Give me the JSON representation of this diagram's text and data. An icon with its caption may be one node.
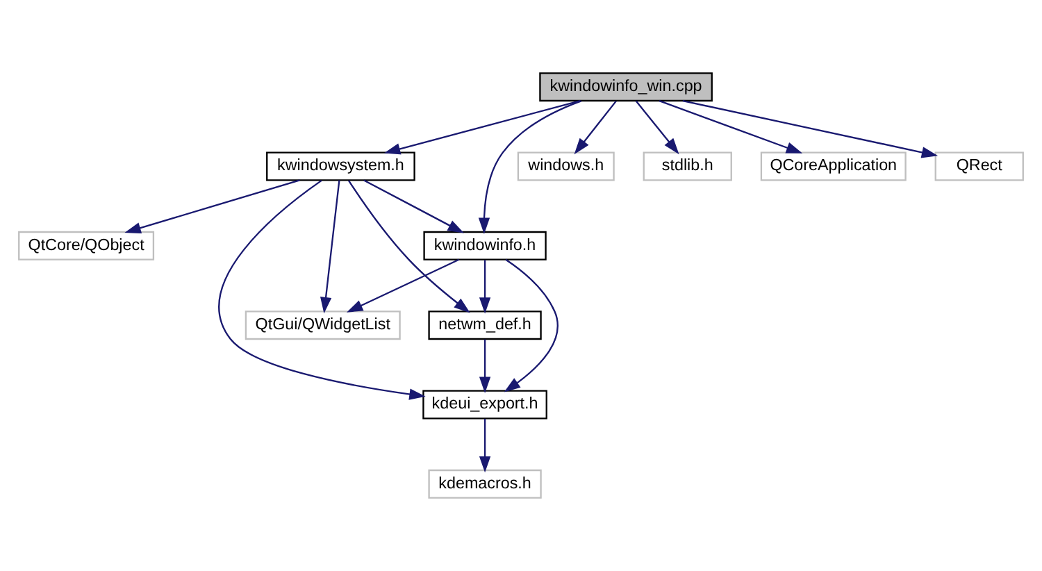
{
  "diagram": {
    "nodes": [
      {
        "text": [
          "kwindowinfo_win.cpp"
        ]
      },
      {
        "text": [
          "kwindowsystem.h"
        ]
      },
      {
        "text": [
          "windows.h"
        ]
      },
      {
        "text": [
          "stdlib.h"
        ]
      },
      {
        "text": [
          "QCoreApplication"
        ]
      },
      {
        "text": [
          "QRect"
        ]
      },
      {
        "text": [
          "QtCore/QObject"
        ]
      },
      {
        "text": [
          "kwindowinfo.h"
        ]
      },
      {
        "text": [
          "QtGui/QWidgetList"
        ]
      },
      {
        "text": [
          "netwm_def.h"
        ]
      },
      {
        "text": [
          "kdeui_export.h"
        ]
      },
      {
        "text": [
          "kdemacros.h"
        ]
      }
    ],
    "edges": [
      {
        "from": 0,
        "to": 1,
        "arrow": "to"
      },
      {
        "from": 0,
        "to": 7,
        "arrow": "to"
      },
      {
        "from": 0,
        "to": 2,
        "arrow": "to"
      },
      {
        "from": 0,
        "to": 3,
        "arrow": "to"
      },
      {
        "from": 0,
        "to": 4,
        "arrow": "to"
      },
      {
        "from": 0,
        "to": 5,
        "arrow": "to"
      },
      {
        "from": 1,
        "to": 8,
        "arrow": "to"
      },
      {
        "from": 1,
        "to": 6,
        "arrow": "to"
      },
      {
        "from": 1,
        "to": 9,
        "arrow": "to"
      },
      {
        "from": 1,
        "to": 7,
        "arrow": "to"
      },
      {
        "from": 1,
        "to": 10,
        "arrow": "to"
      },
      {
        "from": 7,
        "to": 8,
        "arrow": "to"
      },
      {
        "from": 7,
        "to": 9,
        "arrow": "to"
      },
      {
        "from": 7,
        "to": 10,
        "arrow": "to"
      },
      {
        "from": 9,
        "to": 10,
        "arrow": "to"
      },
      {
        "from": 10,
        "to": 11,
        "arrow": "to"
      }
    ]
  }
}
